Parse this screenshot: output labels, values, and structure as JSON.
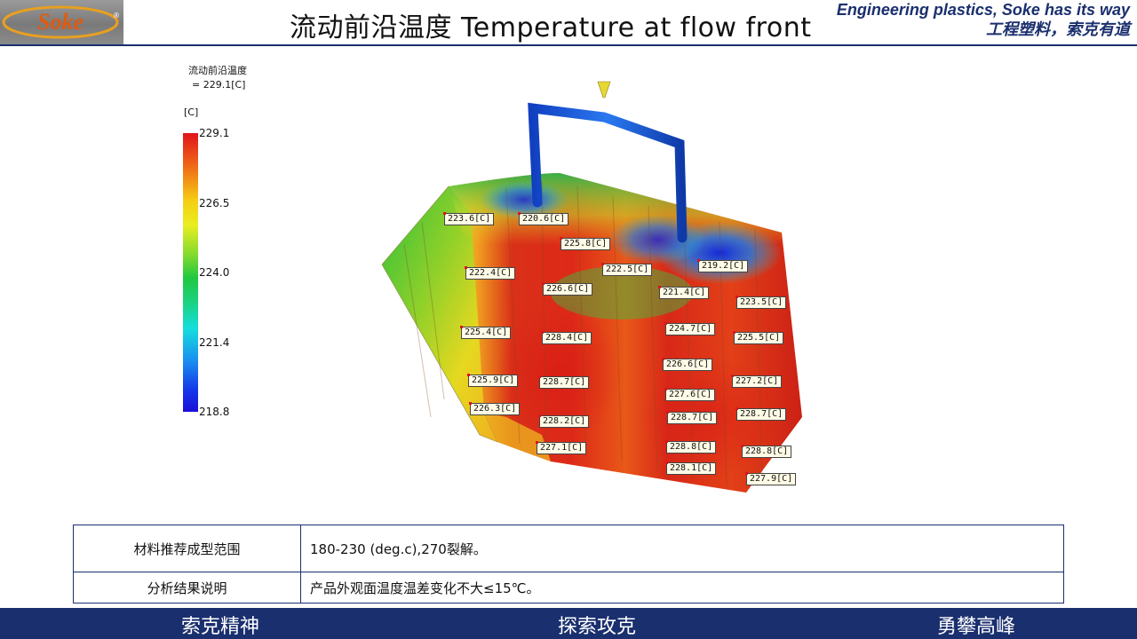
{
  "header": {
    "logo_text": "Soke",
    "title": "流动前沿温度 Temperature at flow front",
    "slogan_en": "Engineering plastics, Soke has its way",
    "slogan_cn": "工程塑料，索克有道"
  },
  "legend": {
    "name": "流动前沿温度",
    "value": "= 229.1[C]",
    "unit": "[C]",
    "ticks": [
      "229.1",
      "226.5",
      "224.0",
      "221.4",
      "218.8"
    ]
  },
  "probes": [
    "223.6[C]",
    "220.6[C]",
    "225.8[C]",
    "222.5[C]",
    "219.2[C]",
    "222.4[C]",
    "226.6[C]",
    "221.4[C]",
    "223.5[C]",
    "225.4[C]",
    "228.4[C]",
    "224.7[C]",
    "225.5[C]",
    "226.6[C]",
    "225.9[C]",
    "228.7[C]",
    "227.2[C]",
    "227.6[C]",
    "226.3[C]",
    "228.7[C]",
    "228.7[C]",
    "228.2[C]",
    "227.1[C]",
    "228.8[C]",
    "228.8[C]",
    "228.1[C]",
    "227.9[C]"
  ],
  "table": {
    "rows": [
      {
        "key": "材料推荐成型范围",
        "value": "180-230 (deg.c),270裂解。"
      },
      {
        "key": "分析结果说明",
        "value": "产品外观面温度温差变化不大≤15℃。"
      }
    ]
  },
  "footer": {
    "left": "索克精神",
    "center": "探索攻克",
    "right": "勇攀高峰"
  },
  "colors": {
    "navy": "#1a2f6e",
    "hot": "#e0141b",
    "cold": "#1a10d8"
  }
}
